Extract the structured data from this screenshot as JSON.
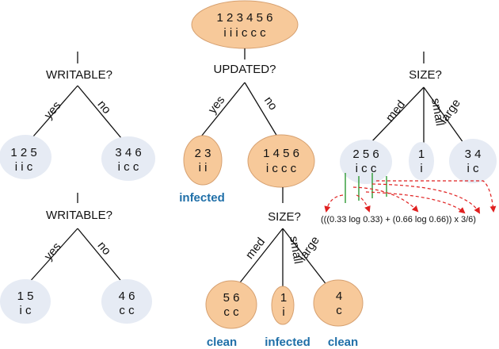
{
  "colors": {
    "node_grey": "#e6ebf4",
    "node_orange": "#f7c99a",
    "node_stroke": "#d6a070",
    "line": "#111111",
    "outcome": "#1f6fa8",
    "arrow_red": "#e02020",
    "marker_green": "#3aa040"
  },
  "tree_writable_top": {
    "question": "WRITABLE?",
    "branch_yes": "yes",
    "branch_no": "no",
    "left_ids": "1 2 5",
    "left_labels": "i i c",
    "right_ids": "3 4 6",
    "right_labels": "i c c"
  },
  "tree_writable_bottom": {
    "question": "WRITABLE?",
    "branch_yes": "yes",
    "branch_no": "no",
    "left_ids": "1 5",
    "left_labels": "i c",
    "right_ids": "4 6",
    "right_labels": "c c"
  },
  "tree_updated": {
    "root_ids": "1 2 3 4 5 6",
    "root_labels": "i i i c c c",
    "question": "UPDATED?",
    "branch_yes": "yes",
    "branch_no": "no",
    "left_ids": "2 3",
    "left_labels": "i i",
    "left_outcome": "infected",
    "right_ids": "1 4 5 6",
    "right_labels": "i c c c",
    "size_question": "SIZE?",
    "branch_med": "med",
    "branch_small": "small",
    "branch_large": "large",
    "med_ids": "5 6",
    "med_labels": "c c",
    "med_outcome": "clean",
    "small_ids": "1",
    "small_labels": "i",
    "small_outcome": "infected",
    "large_ids": "4",
    "large_labels": "c",
    "large_outcome": "clean"
  },
  "tree_size": {
    "question": "SIZE?",
    "branch_med": "med",
    "branch_small": "small",
    "branch_large": "large",
    "med_ids": "2 5 6",
    "med_labels": "i c c",
    "small_ids": "1",
    "small_labels": "i",
    "large_ids": "3 4",
    "large_labels": "i c",
    "formula": "(((0.33 log 0.33) + (0.66 log 0.66)) x 3/6)"
  }
}
